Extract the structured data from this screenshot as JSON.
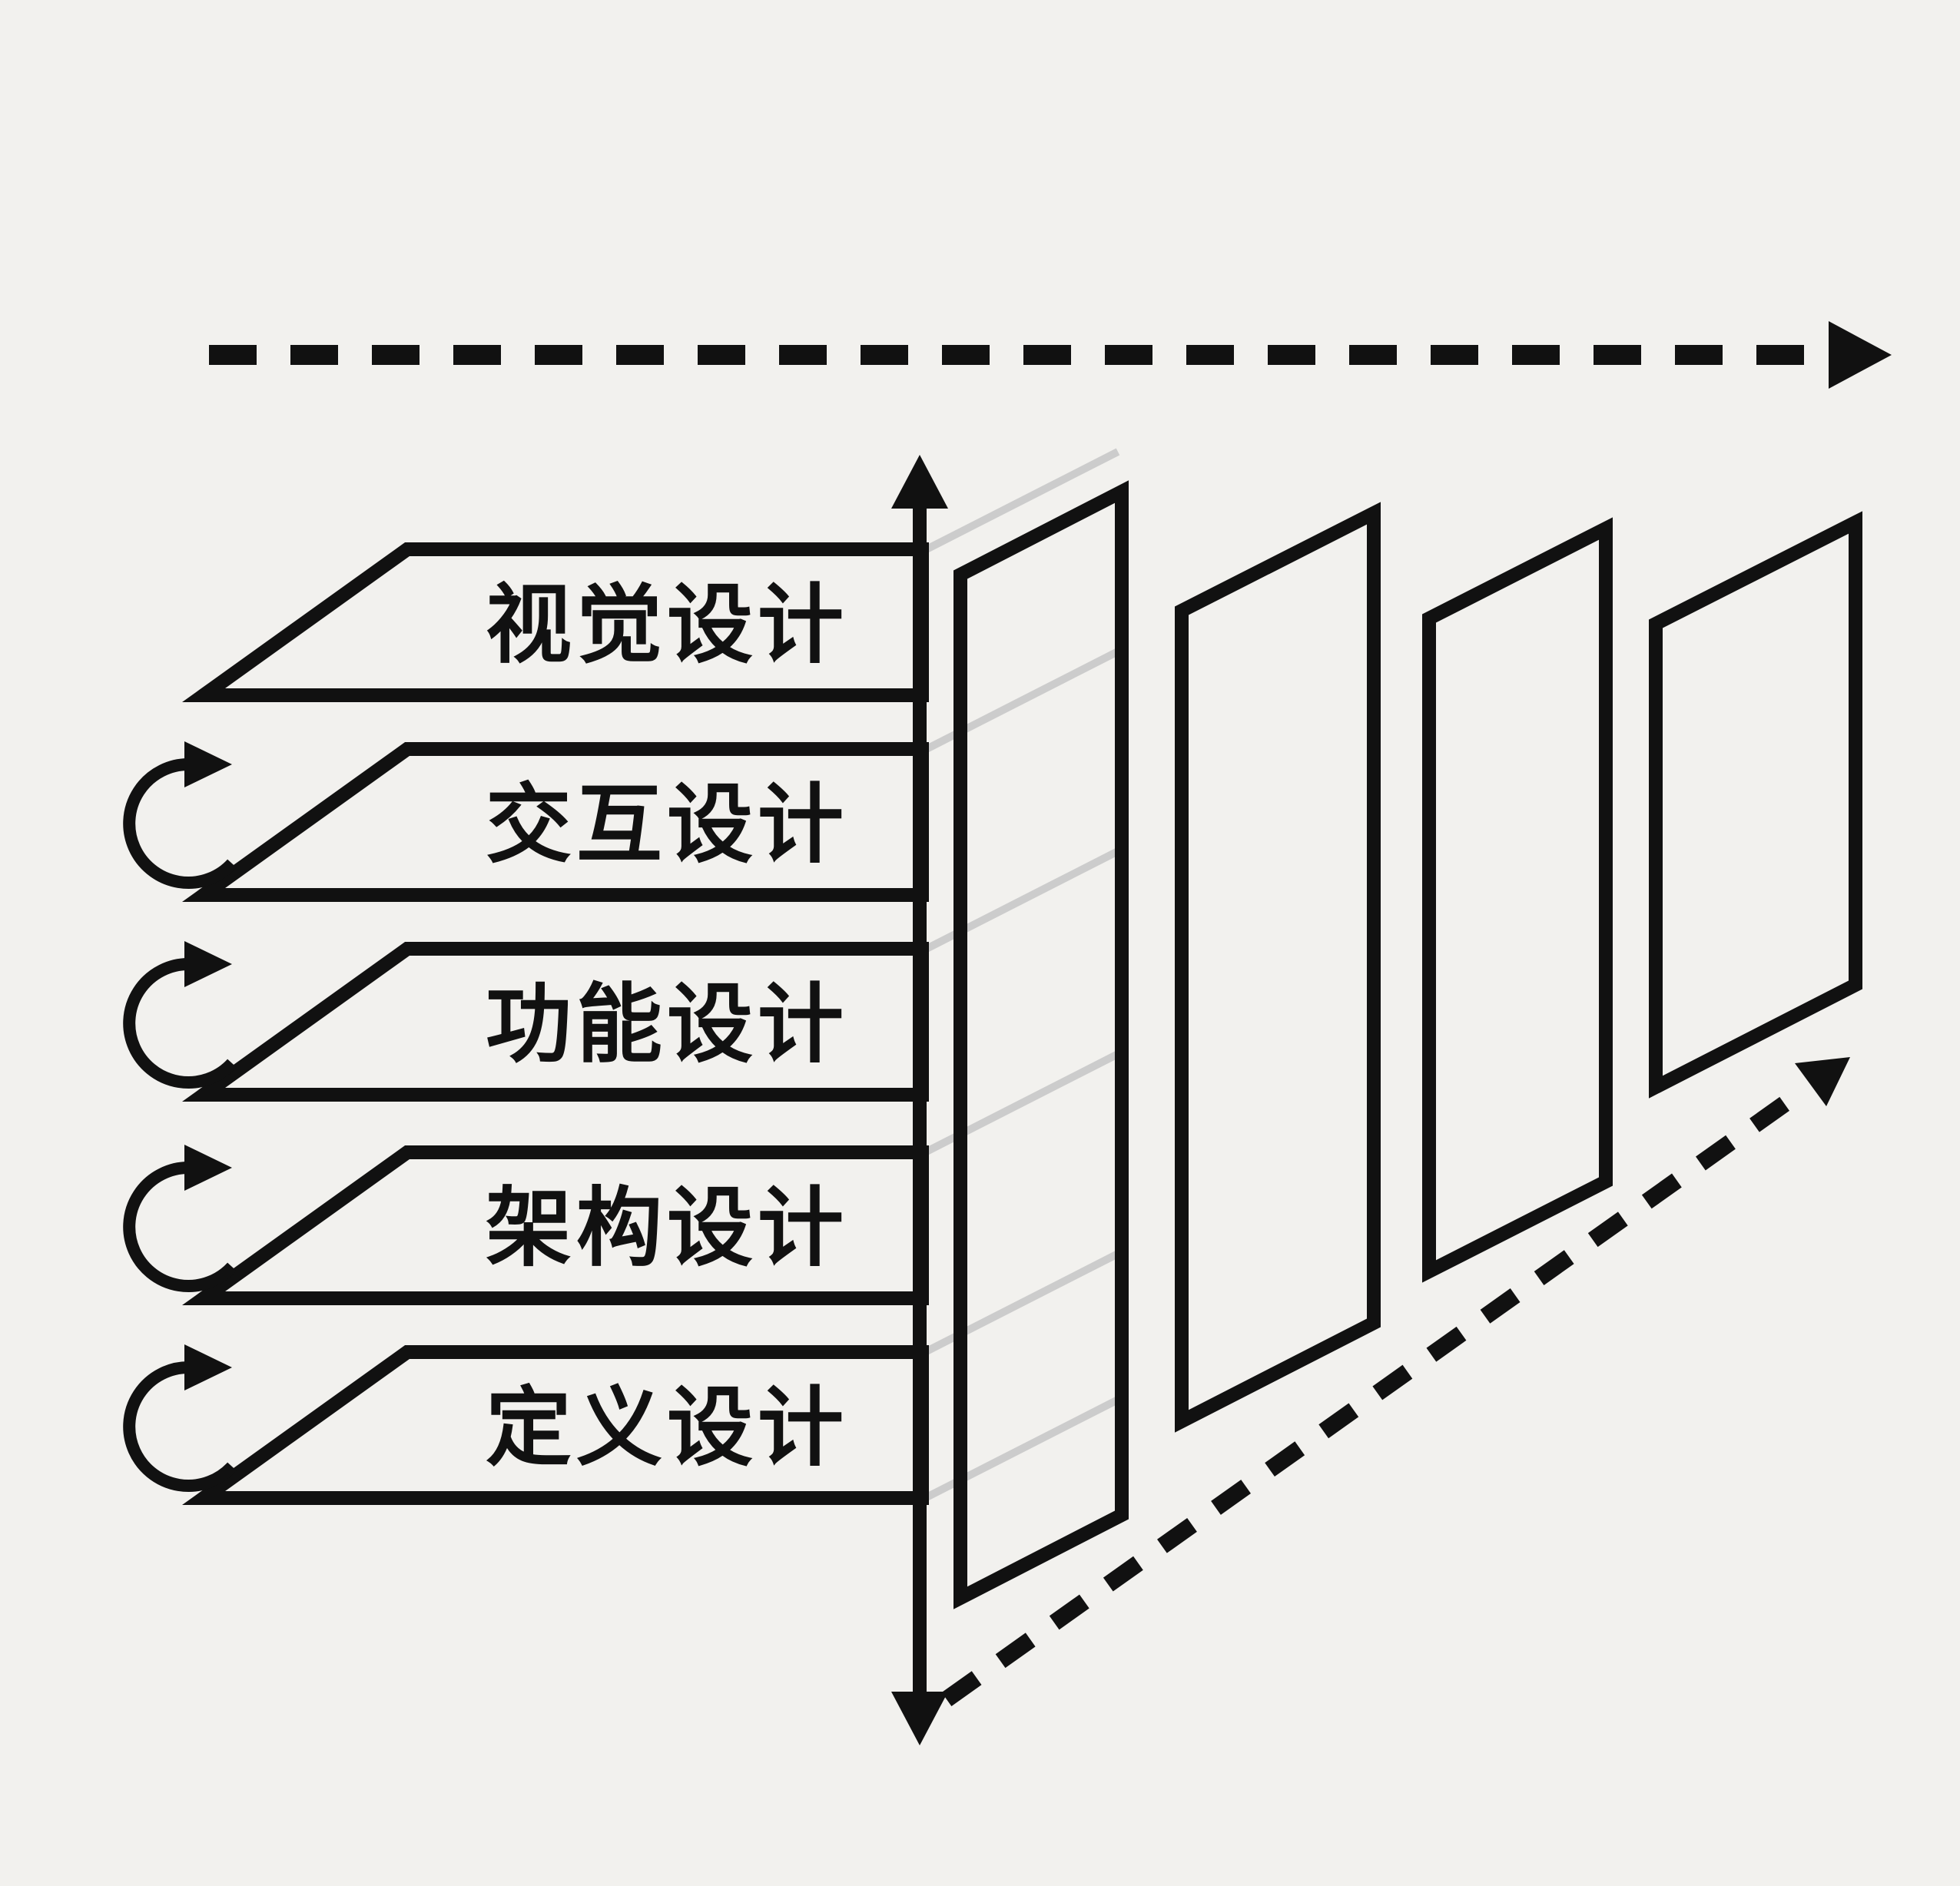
{
  "diagram": {
    "background_color": "#f2f1ee",
    "line_color": "#111111",
    "depth_line_color": "#cccccc",
    "layers": [
      {
        "label": "视觉设计"
      },
      {
        "label": "交互设计"
      },
      {
        "label": "功能设计"
      },
      {
        "label": "架构设计"
      },
      {
        "label": "定义设计"
      }
    ],
    "iteration_arrows_count": 4,
    "perspective_panels_count": 4,
    "axes": {
      "top": "dashed-horizontal-arrow-right",
      "left": "vertical-double-headed-arrow",
      "depth": "dashed-diagonal-arrow-up-right"
    }
  }
}
